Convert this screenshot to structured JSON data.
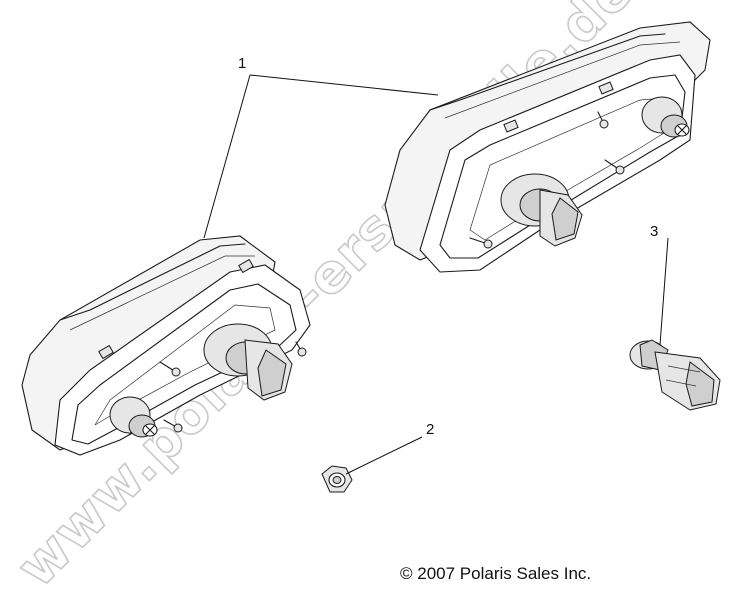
{
  "watermark": {
    "text": "www.polaris-ersatzteile.de"
  },
  "callouts": [
    {
      "id": "1",
      "label": "1"
    },
    {
      "id": "2",
      "label": "2"
    },
    {
      "id": "3",
      "label": "3"
    }
  ],
  "footer": {
    "copyright": "© 2007 Polaris Sales Inc."
  }
}
